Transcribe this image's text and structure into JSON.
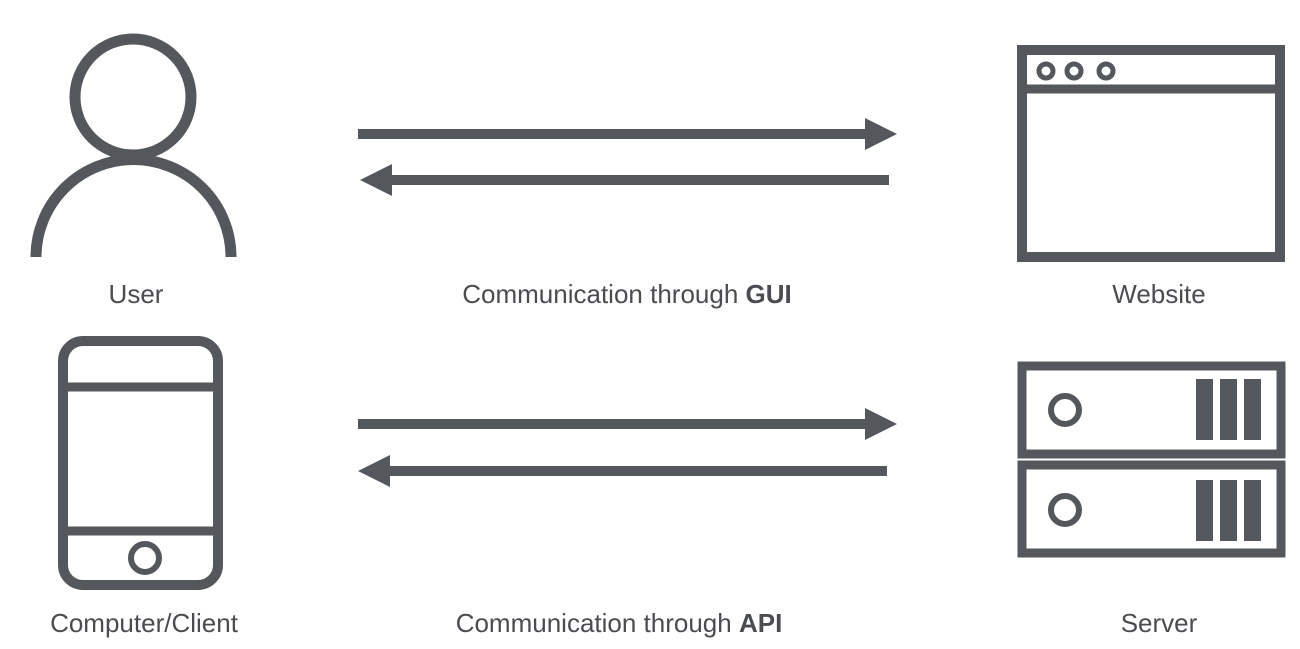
{
  "theme": {
    "stroke": "#54575b",
    "text": "#4a4c50"
  },
  "labels": {
    "user": "User",
    "website": "Website",
    "client": "Computer/Client",
    "server": "Server",
    "gui_prefix": "Communication through ",
    "gui_bold": "GUI",
    "api_prefix": "Communication through ",
    "api_bold": "API"
  },
  "icons": {
    "user": "user-icon",
    "website": "browser-window-icon",
    "client": "smartphone-icon",
    "server": "server-icon"
  }
}
